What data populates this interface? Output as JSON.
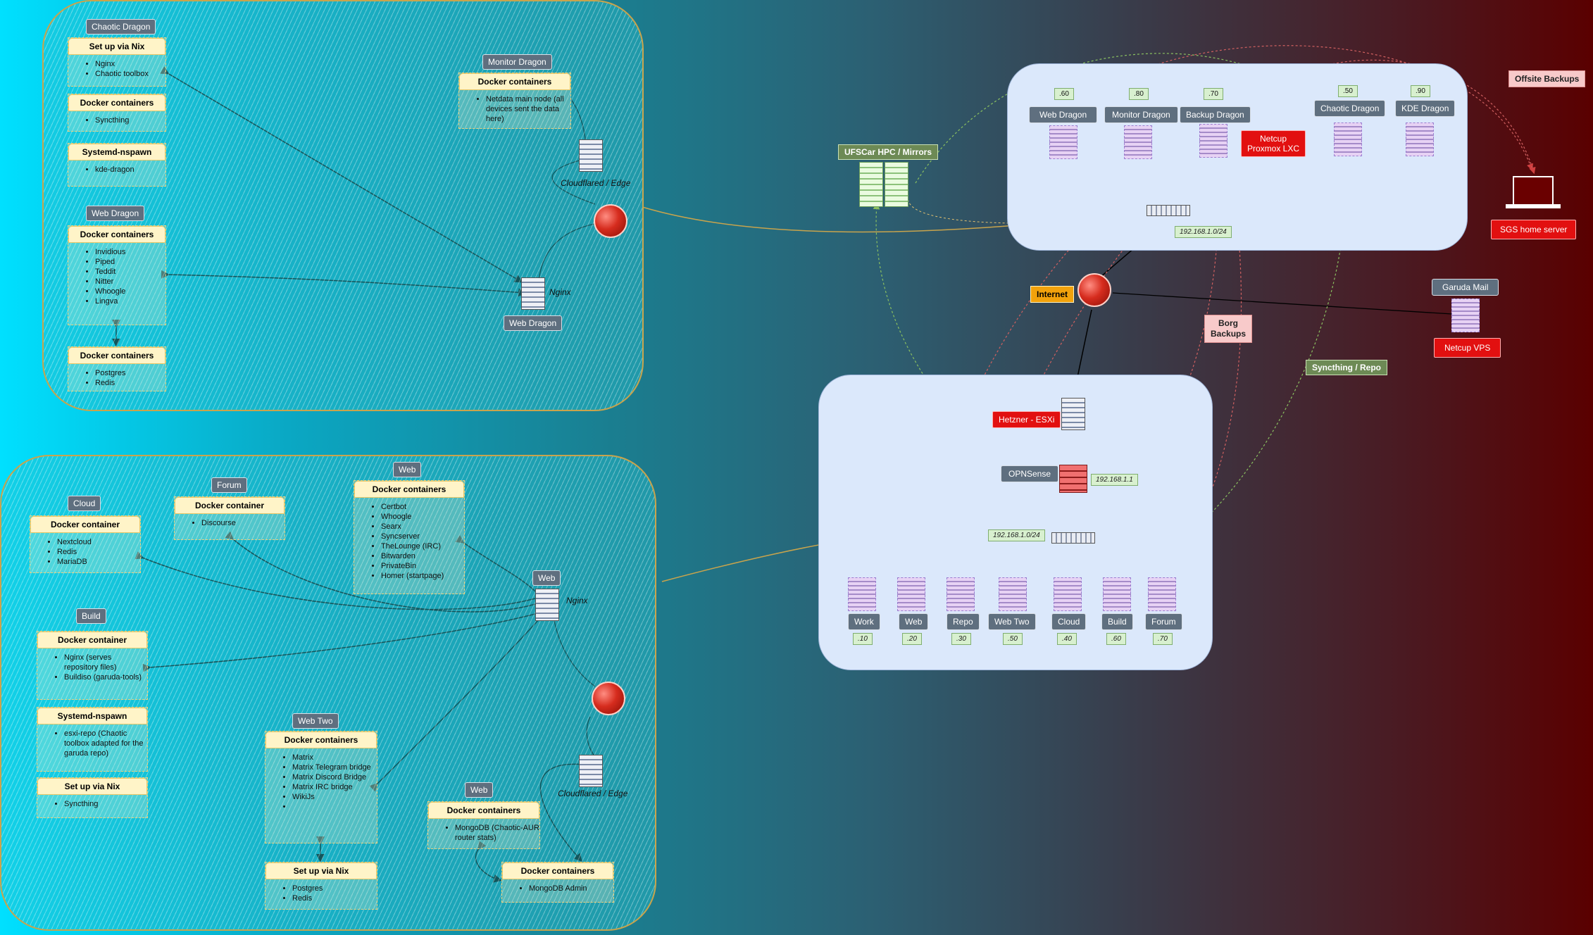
{
  "group1": {
    "chaotic": {
      "tag": "Chaotic Dragon",
      "nix": {
        "title": "Set up via Nix",
        "items": [
          "Nginx",
          "Chaotic toolbox"
        ]
      },
      "docker": {
        "title": "Docker containers",
        "items": [
          "Syncthing"
        ]
      },
      "nspawn": {
        "title": "Systemd-nspawn",
        "items": [
          "kde-dragon"
        ]
      }
    },
    "web": {
      "tag": "Web Dragon",
      "docker": {
        "title": "Docker containers",
        "items": [
          "Invidious",
          "Piped",
          "Teddit",
          "Nitter",
          "Whoogle",
          "Lingva"
        ]
      },
      "docker2": {
        "title": "Docker containers",
        "items": [
          "Postgres",
          "Redis"
        ]
      }
    },
    "monitor": {
      "tag": "Monitor Dragon",
      "docker": {
        "title": "Docker containers",
        "items": [
          "Netdata main node (all devices sent the data here)"
        ]
      }
    },
    "cloudflared": "Cloudflared / Edge",
    "nginx": "Nginx",
    "nginx_tag": "Web Dragon"
  },
  "group2": {
    "cloud": {
      "tag": "Cloud",
      "docker": {
        "title": "Docker container",
        "items": [
          "Nextcloud",
          "Redis",
          "MariaDB"
        ]
      }
    },
    "forum": {
      "tag": "Forum",
      "docker": {
        "title": "Docker container",
        "items": [
          "Discourse"
        ]
      }
    },
    "web": {
      "tag": "Web",
      "docker": {
        "title": "Docker containers",
        "items": [
          "Certbot",
          "Whoogle",
          "Searx",
          "Syncserver",
          "TheLounge (IRC)",
          "Bitwarden",
          "PrivateBin",
          "Homer (startpage)"
        ]
      }
    },
    "build": {
      "tag": "Build",
      "docker": {
        "title": "Docker container",
        "items": [
          "Nginx (serves repository files)",
          "Buildiso (garuda-tools)"
        ]
      },
      "nspawn": {
        "title": "Systemd-nspawn",
        "items": [
          "esxi-repo (Chaotic toolbox adapted for the garuda repo)"
        ]
      },
      "nix": {
        "title": "Set up via Nix",
        "items": [
          "Syncthing"
        ]
      }
    },
    "webtwo": {
      "tag": "Web Two",
      "docker": {
        "title": "Docker containers",
        "items": [
          "Matrix",
          "Matrix Telegram bridge",
          "Matrix Discord Bridge",
          "Matrix IRC bridge",
          "WikiJs",
          ""
        ]
      },
      "nix": {
        "title": "Set up via Nix",
        "items": [
          "Postgres",
          "Redis"
        ]
      }
    },
    "web3": {
      "tag": "Web",
      "docker": {
        "title": "Docker containers",
        "items": [
          "MongoDB (Chaotic-AUR router stats)"
        ]
      }
    },
    "mongo_admin": {
      "title": "Docker containers",
      "items": [
        "MongoDB Admin"
      ]
    },
    "nginx_tag": "Web",
    "nginx": "Nginx",
    "cloudflared": "Cloudflared / Edge"
  },
  "netcup": {
    "ips": [
      ".60",
      ".80",
      ".70",
      ".50",
      ".90"
    ],
    "hosts": [
      "Web Dragon",
      "Monitor Dragon",
      "Backup Dragon",
      "Chaotic Dragon",
      "KDE Dragon"
    ],
    "proxmox": "Netcup\nProxmox LXC",
    "subnet": "192.168.1.0/24"
  },
  "hetzner": {
    "esxi": "Hetzner - ESXi",
    "opnsense": "OPNSense",
    "fw_ip": "192.168.1.1",
    "subnet": "192.168.1.0/24",
    "hosts": [
      "Work",
      "Web",
      "Repo",
      "Web Two",
      "Cloud",
      "Build",
      "Forum"
    ],
    "ips": [
      ".10",
      ".20",
      ".30",
      ".50",
      ".40",
      ".60",
      ".70"
    ]
  },
  "labels": {
    "ufscar": "UFSCar HPC / Mirrors",
    "internet": "Internet",
    "borg": "Borg\nBackups",
    "syncthing": "Syncthing / Repo",
    "offsite": "Offsite Backups",
    "sgs": "SGS home server",
    "garuda_mail": "Garuda Mail",
    "netcup_vps": "Netcup VPS"
  },
  "colors": {
    "accent_yellow": "#fff4c8",
    "red_label": "#e21010",
    "net_bg": "#dbe8fb",
    "tag_bg": "#5f6f7f"
  }
}
